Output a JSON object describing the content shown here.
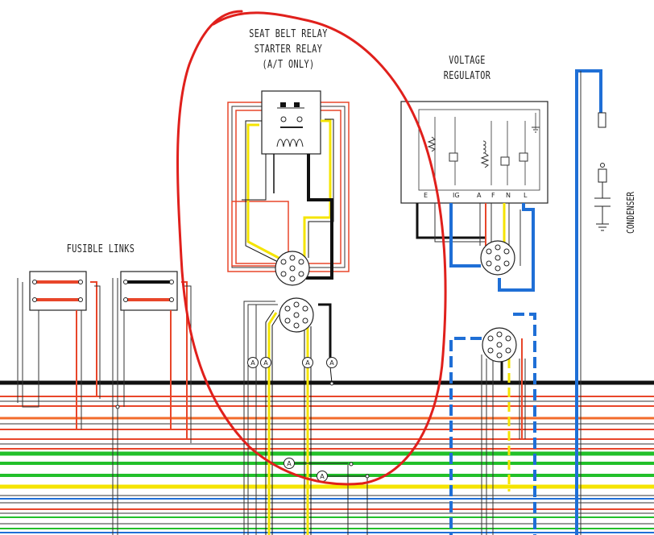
{
  "labels": {
    "seat_belt_relay_line1": "SEAT BELT RELAY",
    "seat_belt_relay_line2": "STARTER RELAY",
    "seat_belt_relay_line3": "(A/T ONLY)",
    "voltage_regulator_line1": "VOLTAGE",
    "voltage_regulator_line2": "REGULATOR",
    "fusible_links": "FUSIBLE LINKS",
    "condenser": "CONDENSER"
  },
  "regulator_terminals": [
    "E",
    "IG",
    "A",
    "F",
    "N",
    "L"
  ],
  "connector_marker": "A",
  "colors": {
    "black": "#111111",
    "red": "#e8462a",
    "orange": "#f26b2b",
    "green": "#22c02a",
    "yellow": "#f5e400",
    "blue": "#1f6fd6",
    "annotation_red": "#e0201c"
  }
}
